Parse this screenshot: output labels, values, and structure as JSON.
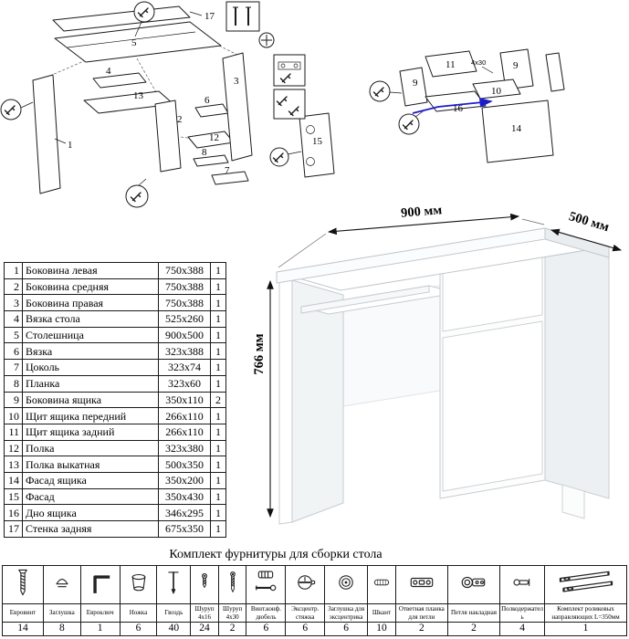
{
  "colors": {
    "line": "#1a1a1a",
    "accent_blue": "#1c1ccd",
    "desk_edge": "#c6ccd1"
  },
  "diagram_left": {
    "labels": {
      "p1": "1",
      "p2": "2",
      "p3": "3",
      "p4": "4",
      "p5": "5",
      "p6": "6",
      "p7": "7",
      "p8": "8",
      "p12": "12",
      "p13": "13",
      "p15": "15",
      "p17": "17"
    }
  },
  "diagram_drawer": {
    "labels": {
      "p9a": "9",
      "p9b": "9",
      "p10": "10",
      "p11": "11",
      "p14": "14",
      "p16": "16"
    },
    "screw_note": "4x30"
  },
  "desk": {
    "width_label": "900 мм",
    "depth_label": "500 мм",
    "height_label": "766 мм"
  },
  "parts_table": {
    "rows": [
      {
        "num": "1",
        "name": "Боковина левая",
        "size": "750x388",
        "qty": "1"
      },
      {
        "num": "2",
        "name": "Боковина средняя",
        "size": "750x388",
        "qty": "1"
      },
      {
        "num": "3",
        "name": "Боковина правая",
        "size": "750x388",
        "qty": "1"
      },
      {
        "num": "4",
        "name": "Вязка стола",
        "size": "525x260",
        "qty": "1"
      },
      {
        "num": "5",
        "name": "Столешница",
        "size": "900x500",
        "qty": "1"
      },
      {
        "num": "6",
        "name": "Вязка",
        "size": "323x388",
        "qty": "1"
      },
      {
        "num": "7",
        "name": "Цоколь",
        "size": "323x74",
        "qty": "1"
      },
      {
        "num": "8",
        "name": "Планка",
        "size": "323x60",
        "qty": "1"
      },
      {
        "num": "9",
        "name": "Боковина ящика",
        "size": "350x110",
        "qty": "2"
      },
      {
        "num": "10",
        "name": "Щит ящика передний",
        "size": "266x110",
        "qty": "1"
      },
      {
        "num": "11",
        "name": "Щит ящика задний",
        "size": "266x110",
        "qty": "1"
      },
      {
        "num": "12",
        "name": "Полка",
        "size": "323x380",
        "qty": "1"
      },
      {
        "num": "13",
        "name": "Полка выкатная",
        "size": "500x350",
        "qty": "1"
      },
      {
        "num": "14",
        "name": "Фасад ящика",
        "size": "350x200",
        "qty": "1"
      },
      {
        "num": "15",
        "name": "Фасад",
        "size": "350x430",
        "qty": "1"
      },
      {
        "num": "16",
        "name": "Дно ящика",
        "size": "346x295",
        "qty": "1"
      },
      {
        "num": "17",
        "name": "Стенка задняя",
        "size": "675x350",
        "qty": "1"
      }
    ]
  },
  "hardware": {
    "title": "Комплект фурнитуры для сборки стола",
    "items": [
      {
        "name": "Евровинт",
        "qty": "14",
        "icon": "euro-screw-icon"
      },
      {
        "name": "Заглушка",
        "qty": "8",
        "icon": "cap-icon"
      },
      {
        "name": "Евроключ",
        "qty": "1",
        "icon": "hex-key-icon"
      },
      {
        "name": "Ножка",
        "qty": "6",
        "icon": "leg-icon"
      },
      {
        "name": "Гвоздь",
        "qty": "40",
        "icon": "nail-icon"
      },
      {
        "name": "Шуруп 4x16",
        "qty": "24",
        "icon": "screw-short-icon"
      },
      {
        "name": "Шуруп 4x30",
        "qty": "2",
        "icon": "screw-long-icon"
      },
      {
        "name": "Винт.конф. дюбель",
        "qty": "6",
        "icon": "minifix-bolt-icon"
      },
      {
        "name": "Эксцентр. стяжка",
        "qty": "6",
        "icon": "cam-lock-icon"
      },
      {
        "name": "Заглушка для эксцентрика",
        "qty": "6",
        "icon": "cam-cap-icon"
      },
      {
        "name": "Шкант",
        "qty": "10",
        "icon": "dowel-icon"
      },
      {
        "name": "Ответная планка для петли",
        "qty": "2",
        "icon": "hinge-plate-icon"
      },
      {
        "name": "Петля накладная",
        "qty": "2",
        "icon": "hinge-icon"
      },
      {
        "name": "Полкодержатель",
        "qty": "4",
        "icon": "shelf-pin-icon"
      },
      {
        "name": "Комплект роликовых направляющих L=350мм",
        "qty": "1",
        "icon": "drawer-slides-icon"
      }
    ]
  }
}
